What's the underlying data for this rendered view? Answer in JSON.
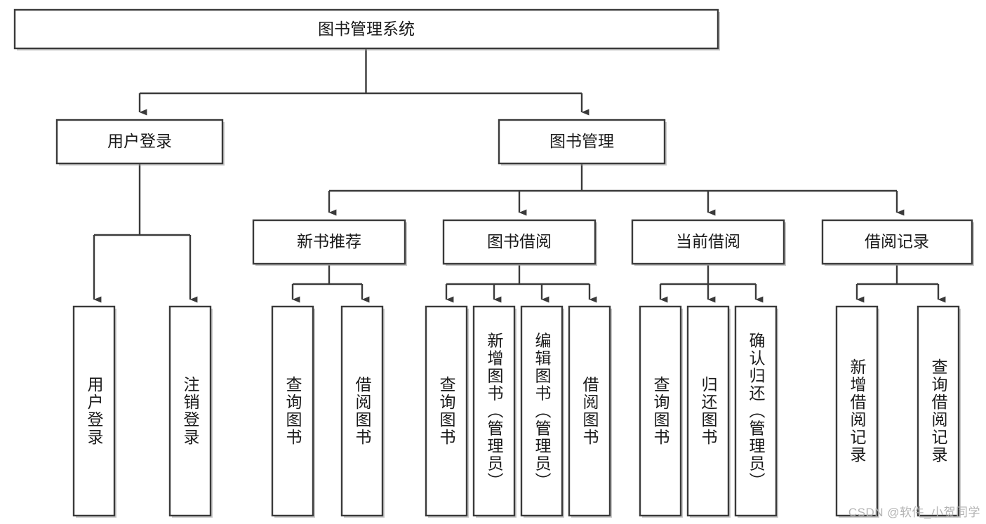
{
  "diagram": {
    "type": "tree-hierarchy-chart",
    "title": "图书管理系统",
    "root": {
      "id": "root",
      "label": "图书管理系统",
      "orientation": "horizontal"
    },
    "level1": [
      {
        "id": "user-login",
        "label": "用户登录",
        "orientation": "horizontal"
      },
      {
        "id": "book-management",
        "label": "图书管理",
        "orientation": "horizontal"
      }
    ],
    "level2": [
      {
        "id": "new-book-recommend",
        "label": "新书推荐",
        "orientation": "horizontal",
        "parent": "book-management"
      },
      {
        "id": "book-borrow",
        "label": "图书借阅",
        "orientation": "horizontal",
        "parent": "book-management"
      },
      {
        "id": "current-borrow",
        "label": "当前借阅",
        "orientation": "horizontal",
        "parent": "book-management"
      },
      {
        "id": "borrow-record",
        "label": "借阅记录",
        "orientation": "horizontal",
        "parent": "book-management"
      }
    ],
    "leaves": {
      "user-login": [
        {
          "id": "leaf-user-login",
          "label": "用户登录",
          "orientation": "vertical"
        },
        {
          "id": "leaf-user-logout",
          "label": "注销登录",
          "orientation": "vertical"
        }
      ],
      "new-book-recommend": [
        {
          "id": "leaf-query-book-1",
          "label": "查询图书",
          "orientation": "vertical"
        },
        {
          "id": "leaf-borrow-book-1",
          "label": "借阅图书",
          "orientation": "vertical"
        }
      ],
      "book-borrow": [
        {
          "id": "leaf-query-book-2",
          "label": "查询图书",
          "orientation": "vertical"
        },
        {
          "id": "leaf-add-book",
          "label": "新增图书（管理员）",
          "orientation": "vertical"
        },
        {
          "id": "leaf-edit-book",
          "label": "编辑图书（管理员）",
          "orientation": "vertical"
        },
        {
          "id": "leaf-borrow-book-2",
          "label": "借阅图书",
          "orientation": "vertical"
        }
      ],
      "current-borrow": [
        {
          "id": "leaf-query-book-3",
          "label": "查询图书",
          "orientation": "vertical"
        },
        {
          "id": "leaf-return-book",
          "label": "归还图书",
          "orientation": "vertical"
        },
        {
          "id": "leaf-confirm-return",
          "label": "确认归还（管理员）",
          "orientation": "vertical"
        }
      ],
      "borrow-record": [
        {
          "id": "leaf-add-record",
          "label": "新增借阅记录",
          "orientation": "vertical"
        },
        {
          "id": "leaf-query-record",
          "label": "查询借阅记录",
          "orientation": "vertical"
        }
      ]
    }
  },
  "watermark": {
    "text": "CSDN @软件_小贺同学"
  },
  "colors": {
    "box_stroke": "#3a3a3a",
    "box_fill": "#ffffff",
    "connector": "#3a3a3a",
    "text": "#1a1a1a",
    "watermark": "#b4b4b4",
    "background": "#ffffff"
  }
}
